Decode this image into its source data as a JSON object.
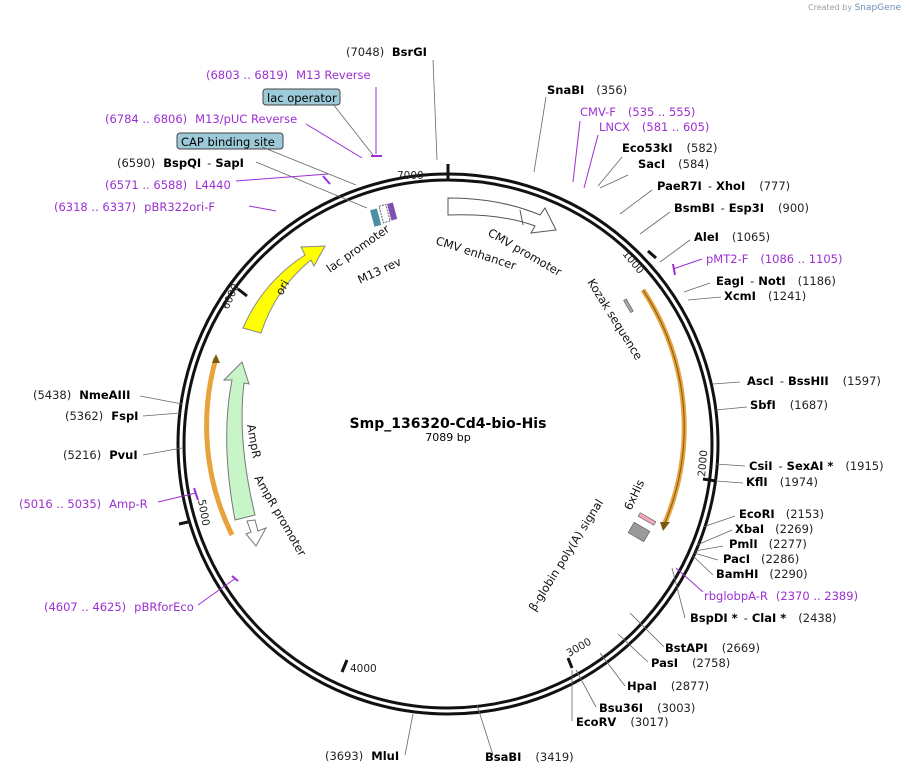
{
  "watermark": {
    "prefix": "Created by",
    "brand": "SnapGene"
  },
  "plasmid": {
    "name": "Smp_136320-Cd4-bio-His",
    "length": 7089,
    "length_label": "7089 bp"
  },
  "ticks": [
    "1000",
    "2000",
    "3000",
    "4000",
    "5000",
    "6000",
    "7000"
  ],
  "sites": [
    {
      "pos": "(7048)",
      "name": "BsrGI"
    },
    {
      "pos": "(356)",
      "name": "SnaBI"
    },
    {
      "pos": "(582)",
      "name": "Eco53kI"
    },
    {
      "pos": "(584)",
      "name": "SacI"
    },
    {
      "pos": "(777)",
      "name": "PaeR7I",
      "name2": "XhoI"
    },
    {
      "pos": "(900)",
      "name": "BsmBI",
      "name2": "Esp3I"
    },
    {
      "pos": "(1065)",
      "name": "AleI"
    },
    {
      "pos": "(1186)",
      "name": "EagI",
      "name2": "NotI"
    },
    {
      "pos": "(1241)",
      "name": "XcmI"
    },
    {
      "pos": "(1597)",
      "name": "AscI",
      "name2": "BssHII"
    },
    {
      "pos": "(1687)",
      "name": "SbfI"
    },
    {
      "pos": "(1915)",
      "name": "CsiI",
      "name2": "SexAI *"
    },
    {
      "pos": "(1974)",
      "name": "KflI"
    },
    {
      "pos": "(2153)",
      "name": "EcoRI"
    },
    {
      "pos": "(2269)",
      "name": "XbaI"
    },
    {
      "pos": "(2277)",
      "name": "PmlI"
    },
    {
      "pos": "(2286)",
      "name": "PacI"
    },
    {
      "pos": "(2290)",
      "name": "BamHI"
    },
    {
      "pos": "(2438)",
      "name": "BspDI *",
      "name2": "ClaI *"
    },
    {
      "pos": "(2669)",
      "name": "BstAPI"
    },
    {
      "pos": "(2758)",
      "name": "PasI"
    },
    {
      "pos": "(2877)",
      "name": "HpaI"
    },
    {
      "pos": "(3003)",
      "name": "Bsu36I"
    },
    {
      "pos": "(3017)",
      "name": "EcoRV"
    },
    {
      "pos": "(3419)",
      "name": "BsaBI"
    },
    {
      "pos": "(3693)",
      "name": "MluI"
    },
    {
      "pos": "(5216)",
      "name": "PvuI"
    },
    {
      "pos": "(5362)",
      "name": "FspI"
    },
    {
      "pos": "(5438)",
      "name": "NmeAIII"
    },
    {
      "pos": "(6590)",
      "name": "BspQI",
      "name2": "SapI"
    }
  ],
  "primers": [
    {
      "range": "(6803 .. 6819)",
      "name": "M13 Reverse"
    },
    {
      "range": "(6784 .. 6806)",
      "name": "M13/pUC Reverse"
    },
    {
      "range": "(6571 .. 6588)",
      "name": "L4440"
    },
    {
      "range": "(6318 .. 6337)",
      "name": "pBR322ori-F"
    },
    {
      "name": "CMV-F",
      "range": "(535 .. 555)"
    },
    {
      "name": "LNCX",
      "range": "(581 .. 605)"
    },
    {
      "name": "pMT2-F",
      "range": "(1086 .. 1105)"
    },
    {
      "name": "rbglobpA-R",
      "range": "(2370 .. 2389)"
    },
    {
      "range": "(5016 .. 5035)",
      "name": "Amp-R"
    },
    {
      "range": "(4607 .. 4625)",
      "name": "pBRforEco"
    }
  ],
  "boxed_features": [
    "lac operator",
    "CAP binding site"
  ],
  "features": [
    "CMV enhancer",
    "CMV promoter",
    "Kozak sequence",
    "6xHis",
    "β-globin poly(A) signal",
    "AmpR",
    "AmpR promoter",
    "ori",
    "lac promoter",
    "M13 rev"
  ],
  "colors": {
    "primer": "#9b2fd1",
    "orf": "#e8a33d",
    "ori": "#ffff00",
    "ampr": "#c8f5c8",
    "box": "#9ccad8"
  }
}
